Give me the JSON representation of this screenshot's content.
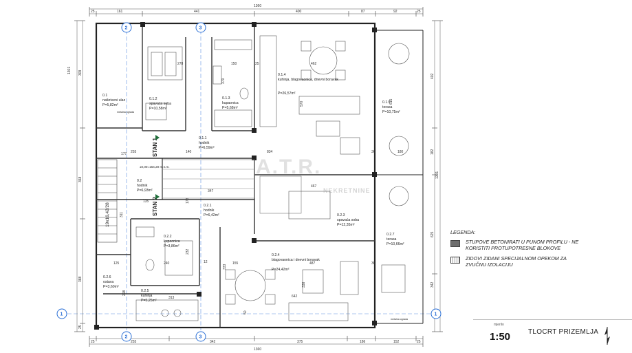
{
  "dimensions": {
    "top": [
      "25",
      "161",
      "441",
      "400",
      "87",
      "92",
      "25"
    ],
    "top_total": "1360",
    "bottom": [
      "25",
      "255",
      "342",
      "375",
      "186",
      "152",
      "25"
    ],
    "bottom_total": "1360",
    "left": [
      "309",
      "368",
      "388",
      "25"
    ],
    "left_total": "1301",
    "right": [
      "402",
      "182",
      "625",
      "342"
    ],
    "right_total": "1301",
    "interior": [
      "278",
      "379",
      "150",
      "25",
      "462",
      "570",
      "615",
      "177",
      "255",
      "834",
      "36",
      "180",
      "140",
      "347",
      "467",
      "135",
      "311",
      "178",
      "232",
      "240",
      "125",
      "298",
      "313",
      "333",
      "155",
      "487",
      "338",
      "642",
      "50",
      "36",
      "12"
    ]
  },
  "grid_axes": [
    "2",
    "3",
    "1"
  ],
  "rooms": [
    {
      "id": "0.1",
      "name": "natkriveni ulaz",
      "area": "P=5,82m²"
    },
    {
      "id": "0.1.2",
      "name": "spavaća soba",
      "area": "P=10,58m²"
    },
    {
      "id": "0.1.3",
      "name": "kupaonica",
      "area": "P=5,68m²"
    },
    {
      "id": "0.1.4",
      "name": "kuhinja, blagovaonica, dnevni boravak",
      "area": "P=26,57m²"
    },
    {
      "id": "0.1.5",
      "name": "terasa",
      "area": "P=10,75m²"
    },
    {
      "id": "0.1.1",
      "name": "hodnik",
      "area": "P=6,59m²"
    },
    {
      "id": "0.2",
      "name": "hodnik",
      "area": "P=6,93m²"
    },
    {
      "id": "0.2.1",
      "name": "hodnik",
      "area": "P=6,42m²"
    },
    {
      "id": "0.2.2",
      "name": "kupaonica",
      "area": "P=3,86m²"
    },
    {
      "id": "0.2.3",
      "name": "spavaća soba",
      "area": "P=12,35m²"
    },
    {
      "id": "0.2.7",
      "name": "terasa",
      "area": "P=10,66m²"
    },
    {
      "id": "0.2.4",
      "name": "blagovaonica i dnevni boravak",
      "area": "P=24,42m²"
    },
    {
      "id": "0.2.6",
      "name": "ostava",
      "area": "P=3,60m²"
    },
    {
      "id": "0.2.5",
      "name": "kuhinja",
      "area": "P=5,25m²"
    }
  ],
  "labels": {
    "stan1": "STAN 1",
    "stan2": "STAN 2",
    "stairs": "19x16,42/28",
    "elevation": "±0,00=154,20 m.n.m.",
    "railing": "metalna ograda"
  },
  "legend": {
    "title": "LEGENDA:",
    "item1": "STUPOVE BETONIRATI U PUNOM PROFILU - NE KORISTITI PROTUPOTRESNE BLOKOVE",
    "item2": "ZIDOVI ZIDANI SPECIJALNOM OPEKOM ZA ZVUČNU IZOLACIJU"
  },
  "title_block": {
    "scale_caption": "mjerilo",
    "scale": "1:50",
    "title": "TLOCRT PRIZEMLJA"
  },
  "watermark": {
    "main": "A.T.R.",
    "sub": "NEKRETNINE"
  }
}
